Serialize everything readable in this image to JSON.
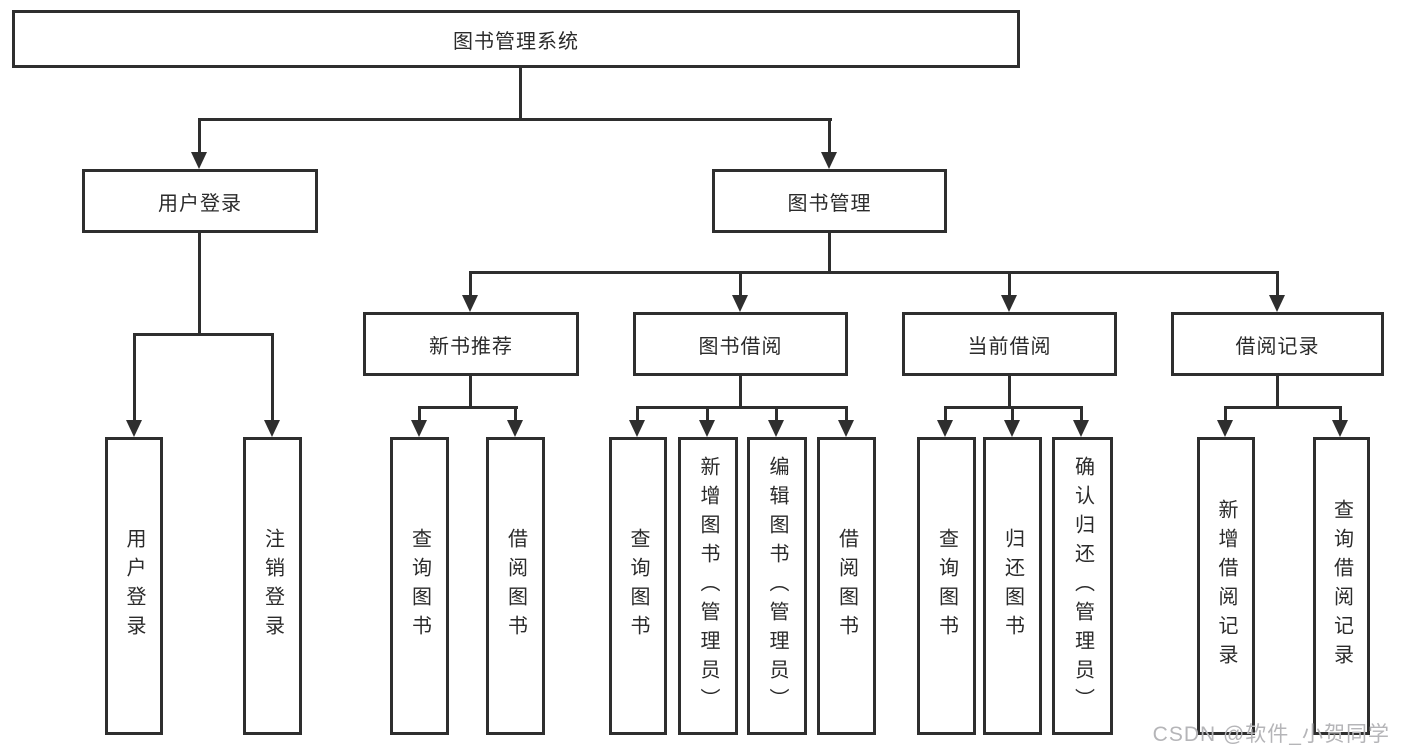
{
  "tree": {
    "label": "图书管理系统",
    "children": [
      {
        "label": "用户登录",
        "children": [
          {
            "label": "用户登录"
          },
          {
            "label": "注销登录"
          }
        ]
      },
      {
        "label": "图书管理",
        "children": [
          {
            "label": "新书推荐",
            "children": [
              {
                "label": "查询图书"
              },
              {
                "label": "借阅图书"
              }
            ]
          },
          {
            "label": "图书借阅",
            "children": [
              {
                "label": "查询图书"
              },
              {
                "label": "新增图书（管理员）"
              },
              {
                "label": "编辑图书（管理员）"
              },
              {
                "label": "借阅图书"
              }
            ]
          },
          {
            "label": "当前借阅",
            "children": [
              {
                "label": "查询图书"
              },
              {
                "label": "归还图书"
              },
              {
                "label": "确认归还（管理员）"
              }
            ]
          },
          {
            "label": "借阅记录",
            "children": [
              {
                "label": "新增借阅记录"
              },
              {
                "label": "查询借阅记录"
              }
            ]
          }
        ]
      }
    ]
  },
  "watermark": {
    "text": "CSDN @软件_小贺同学"
  },
  "colors": {
    "line": "#2e2e2e",
    "text": "#2b2b2b",
    "watermark": "#b5b5b8",
    "background": "#ffffff"
  }
}
